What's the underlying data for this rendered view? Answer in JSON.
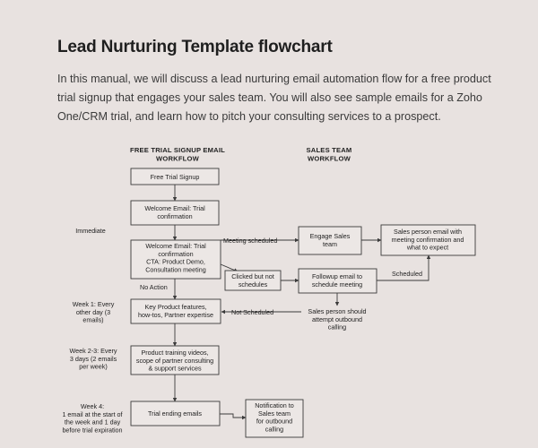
{
  "page": {
    "title": "Lead Nurturing Template flowchart",
    "intro": "In this manual, we will discuss a lead nurturing email automation flow for a free product trial signup that engages your sales team. You will also see sample emails for a Zoho One/CRM trial, and learn how to pitch your consulting services to a prospect."
  },
  "columns": {
    "left": [
      "FREE TRIAL SIGNUP EMAIL",
      "WORKFLOW"
    ],
    "right": [
      "SALES TEAM",
      "WORKFLOW"
    ]
  },
  "nodes": {
    "free_trial_signup": [
      "Free Trial Signup"
    ],
    "welcome_email_1": [
      "Welcome Email: Trial",
      "confirmation"
    ],
    "welcome_email_2": [
      "Welcome Email: Trial",
      "confirmation",
      "CTA: Product Demo,",
      "Consultation meeting"
    ],
    "key_features": [
      "Key Product features,",
      "how-tos, Partner expertise"
    ],
    "product_training": [
      "Product training videos,",
      "scope of partner consulting",
      "& support services"
    ],
    "trial_ending": [
      "Trial ending emails"
    ],
    "clicked_not_scheduled": [
      "Clicked but not",
      "schedules"
    ],
    "engage_sales": [
      "Engage Sales",
      "team"
    ],
    "salesperson_email": [
      "Sales person email with",
      "meeting confirmation and",
      "what to expect"
    ],
    "followup_email": [
      "Followup email to",
      "schedule meeting"
    ],
    "salesperson_attempt": [
      "Sales person should",
      "attempt outbound",
      "calling"
    ],
    "notification": [
      "Notification to",
      "Sales team",
      "for outbound",
      "calling"
    ]
  },
  "side_labels": {
    "immediate": [
      "Immediate"
    ],
    "week1": [
      "Week 1: Every",
      "other day (3",
      "emails)"
    ],
    "week23": [
      "Week 2-3: Every",
      "3 days (2 emails",
      "per week)"
    ],
    "week4": [
      "Week 4:",
      "1 email at the start of",
      "the week and 1 day",
      "before trial expiration"
    ]
  },
  "edge_labels": {
    "meeting_scheduled": "Meeting scheduled",
    "no_action": "No Action",
    "scheduled": "Scheduled",
    "not_scheduled": "Not Scheduled"
  },
  "colors": {
    "background": "#e8e2e0",
    "box_fill": "#ece7e5",
    "stroke": "#3a3a3a"
  }
}
